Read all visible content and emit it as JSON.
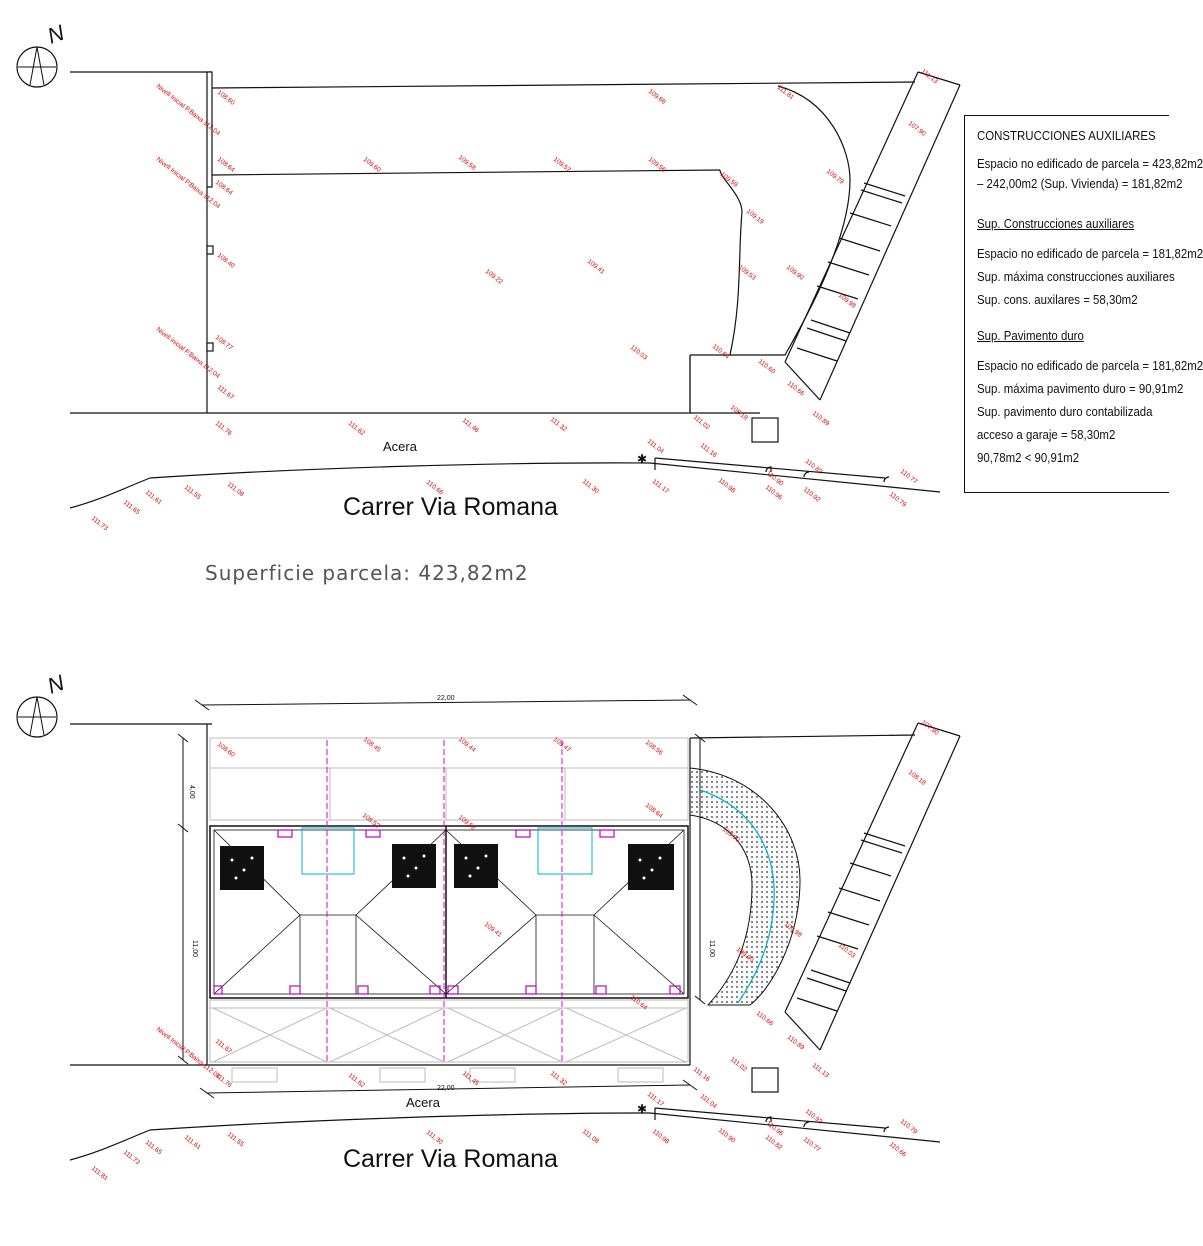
{
  "compass": {
    "north_label": "N"
  },
  "plan_existing": {
    "street_name": "Carrer Via Romana",
    "sidewalk_label": "Acera",
    "surface_label": "Superficie parcela:  423,82m2",
    "level_notes": [
      "Nivell Inicial P.Baixa 112.04",
      "Nivell Inicial P.Baixa 112.04",
      "Nivell inicial P.Baixa 112.04"
    ],
    "elevations": [
      "108.60",
      "108.64",
      "108.64",
      "108.40",
      "108.77",
      "111.67",
      "111.76",
      "111.62",
      "111.46",
      "111.32",
      "109.66",
      "109.60",
      "109.58",
      "109.57",
      "109.56",
      "109.59",
      "109.79",
      "109.19",
      "109.22",
      "109.41",
      "109.53",
      "109.90",
      "109.98",
      "110.03",
      "110.64",
      "110.60",
      "110.66",
      "110.89",
      "111.13",
      "107.90",
      "108.18",
      "111.02",
      "111.16",
      "111.04",
      "111.17",
      "110.98",
      "110.90",
      "110.96",
      "110.82",
      "110.92",
      "110.77",
      "110.79",
      "110.66",
      "111.30",
      "111.08",
      "111.55",
      "111.61",
      "111.65",
      "111.73",
      "111.81"
    ]
  },
  "info_panel": {
    "title": "CONSTRUCCIONES AUXILIARES",
    "line1": "Espacio no edificado de parcela = 423,82m2",
    "line2": "– 242,00m2 (Sup. Vivienda) = 181,82m2",
    "heading2": "Sup. Construcciones auxiliares",
    "line3": "Espacio no edificado de parcela = 181,82m2",
    "line4": "Sup. máxima construcciones auxiliares",
    "line5": "Sup. cons. auxilares = 58,30m2",
    "heading3": "Sup. Pavimento duro",
    "line6": "Espacio no edificado de parcela = 181,82m2",
    "line7": "Sup. máxima pavimento duro = 90,91m2",
    "line8": "Sup. pavimento duro contabilizada",
    "line9": "acceso a garaje = 58,30m2",
    "line10": "90,78m2 < 90,91m2"
  },
  "plan_proposed": {
    "street_name": "Carrer Via Romana",
    "sidewalk_label": "Acera",
    "dim_top": "22,00",
    "dim_bottom": "22,00",
    "dim_left_upper": "4,00",
    "dim_left_lower": "11,00",
    "dim_right": "11,00",
    "level_note": "Nivell Inicial P.Baixa 112.04",
    "elevations": [
      "108.60",
      "108.45",
      "109.44",
      "109.47",
      "108.56",
      "108.52",
      "109.52",
      "108.64",
      "111.67",
      "111.76",
      "111.62",
      "111.45",
      "111.32",
      "110.64",
      "110.66",
      "110.89",
      "111.13",
      "107.90",
      "108.18",
      "110.03",
      "111.02",
      "111.16",
      "111.04",
      "111.17",
      "110.98",
      "110.90",
      "110.96",
      "110.82",
      "110.92",
      "110.77",
      "110.79",
      "110.66",
      "111.30",
      "111.08",
      "111.55",
      "111.61",
      "111.65",
      "111.73",
      "111.81",
      "109.41",
      "109.98",
      "109.90",
      "109.90"
    ]
  },
  "colors": {
    "elevation": "#e00000",
    "axis_line": "#e000e0",
    "drain": "#00b4d8",
    "linework": "#111111"
  }
}
